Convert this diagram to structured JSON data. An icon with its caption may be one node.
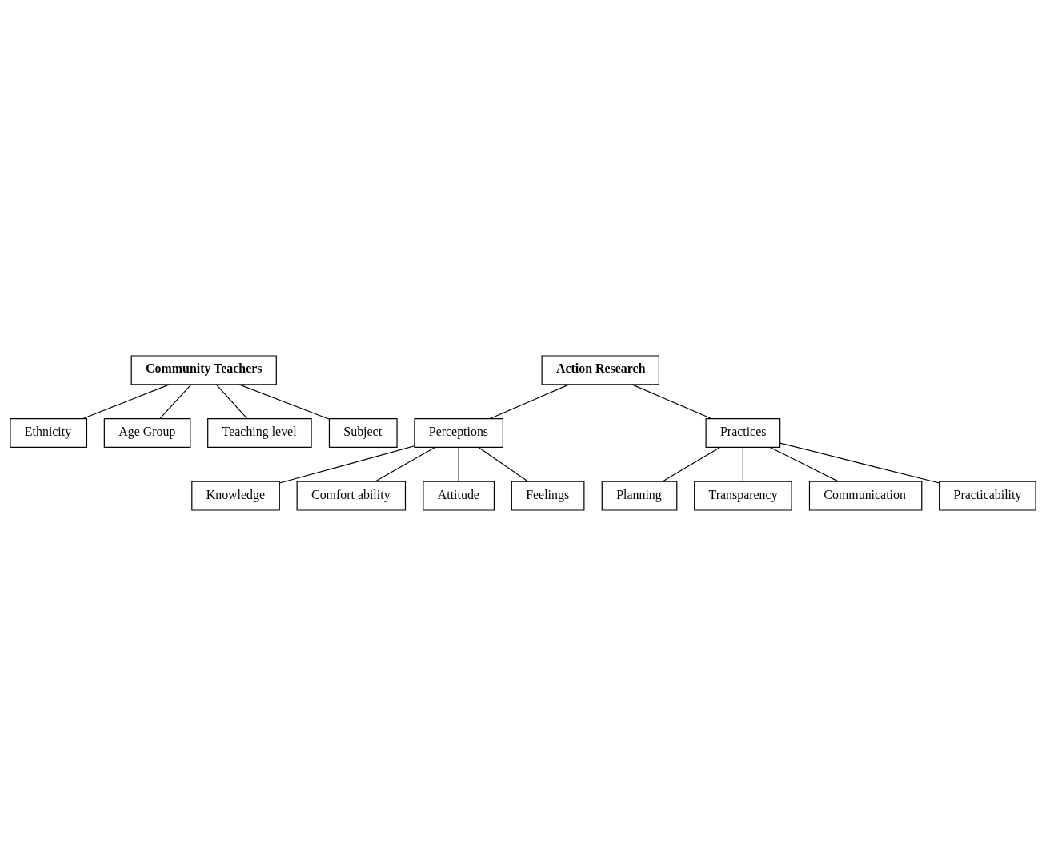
{
  "diagram": {
    "nodes": [
      {
        "text": [
          "Community Teachers"
        ]
      },
      {
        "text": [
          "Ethnicity"
        ]
      },
      {
        "text": [
          "Age Group"
        ]
      },
      {
        "text": [
          "Teaching level"
        ]
      },
      {
        "text": [
          "Subject"
        ]
      },
      {
        "text": [
          "Action Research"
        ]
      },
      {
        "text": [
          "Perceptions"
        ]
      },
      {
        "text": [
          "Practices"
        ]
      },
      {
        "text": [
          "Knowledge"
        ]
      },
      {
        "text": [
          "Comfort ability"
        ]
      },
      {
        "text": [
          "Attitude"
        ]
      },
      {
        "text": [
          "Feelings"
        ]
      },
      {
        "text": [
          "Planning"
        ]
      },
      {
        "text": [
          "Transparency"
        ]
      },
      {
        "text": [
          "Communication"
        ]
      },
      {
        "text": [
          "Practicability"
        ]
      }
    ],
    "edges": [
      {
        "from": 0,
        "to": 1,
        "arrow": "none"
      },
      {
        "from": 0,
        "to": 2,
        "arrow": "none"
      },
      {
        "from": 0,
        "to": 3,
        "arrow": "none"
      },
      {
        "from": 0,
        "to": 4,
        "arrow": "none"
      },
      {
        "from": 5,
        "to": 6,
        "arrow": "none"
      },
      {
        "from": 5,
        "to": 7,
        "arrow": "none"
      },
      {
        "from": 6,
        "to": 8,
        "arrow": "none"
      },
      {
        "from": 6,
        "to": 9,
        "arrow": "none"
      },
      {
        "from": 6,
        "to": 10,
        "arrow": "none"
      },
      {
        "from": 6,
        "to": 11,
        "arrow": "none"
      },
      {
        "from": 7,
        "to": 12,
        "arrow": "none"
      },
      {
        "from": 7,
        "to": 13,
        "arrow": "none"
      },
      {
        "from": 7,
        "to": 14,
        "arrow": "none"
      },
      {
        "from": 7,
        "to": 15,
        "arrow": "none"
      }
    ]
  }
}
